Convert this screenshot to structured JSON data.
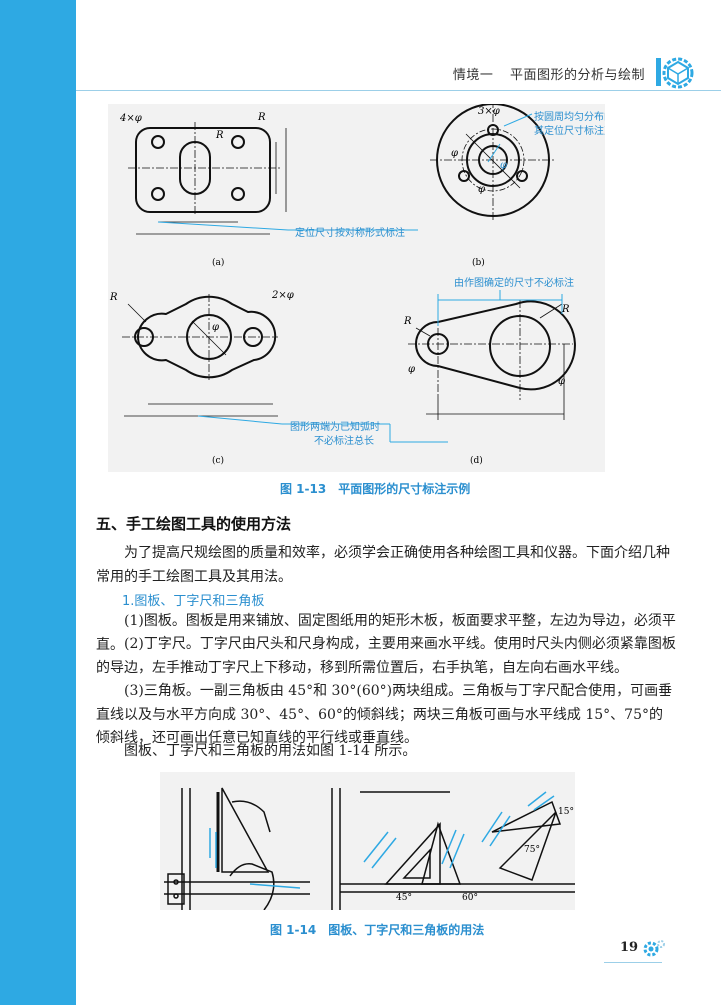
{
  "header": {
    "chapter": "情境一",
    "title": "平面图形的分析与绘制"
  },
  "figure13": {
    "caption": "图 1-13　平面图形的尺寸标注示例",
    "sub_a": "(a)",
    "sub_b": "(b)",
    "sub_c": "(c)",
    "sub_d": "(d)",
    "label_a_4phi": "4×φ",
    "label_a_R1": "R",
    "label_a_R2": "R",
    "note_a": "定位尺寸按对称形式标注",
    "label_b_3phi": "3×φ",
    "label_b_phi1": "φ",
    "label_b_phi2": "φ",
    "label_b_phi3": "φ",
    "note_b_line1": "按圆周均匀分布的圆",
    "note_b_line2": "其定位尺寸标注直径",
    "label_c_R": "R",
    "label_c_2phi": "2×φ",
    "label_c_phi": "φ",
    "note_d_top": "由作图确定的尺寸不必标注",
    "label_d_R1": "R",
    "label_d_R2": "R",
    "label_d_phi1": "φ",
    "label_d_phi2": "φ",
    "note_cd_line1": "图形两端为已知弧时",
    "note_cd_line2": "不必标注总长"
  },
  "section": {
    "title": "五、手工绘图工具的使用方法",
    "intro": "为了提高尺规绘图的质量和效率，必须学会正确使用各种绘图工具和仪器。下面介绍几种常用的手工绘图工具及其用法。",
    "subtitle": "1.图板、丁字尺和三角板",
    "p1": "(1)图板。图板是用来铺放、固定图纸用的矩形木板，板面要求平整，左边为导边，必须平直。",
    "p2": "(2)丁字尺。丁字尺由尺头和尺身构成，主要用来画水平线。使用时尺头内侧必须紧靠图板的导边，左手推动丁字尺上下移动，移到所需位置后，右手执笔，自左向右画水平线。",
    "p3": "(3)三角板。一副三角板由 45°和 30°(60°)两块组成。三角板与丁字尺配合使用，可画垂直线以及与水平方向成 30°、45°、60°的倾斜线；两块三角板可画与水平线成 15°、75°的倾斜线，还可画出任意已知直线的平行线或垂直线。",
    "p4": "图板、丁字尺和三角板的用法如图 1-14 所示。"
  },
  "figure14": {
    "caption": "图 1-14　图板、丁字尺和三角板的用法",
    "angle_45": "45°",
    "angle_60": "60°",
    "angle_75": "75°",
    "angle_15": "15°"
  },
  "page_number": "19",
  "colors": {
    "accent": "#2ea9e3",
    "caption": "#2b8fcf",
    "panel": "#f2f2f2"
  }
}
